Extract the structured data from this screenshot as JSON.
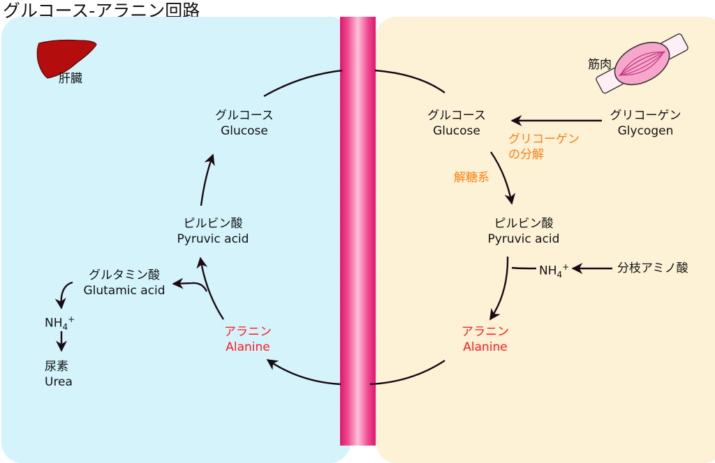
{
  "title": "グルコース-アラニン回路",
  "liver": {
    "label": "肝臓",
    "glucose": {
      "jp": "グルコース",
      "en": "Glucose"
    },
    "pyruvate": {
      "jp": "ピルビン酸",
      "en": "Pyruvic acid"
    },
    "glutamate": {
      "jp": "グルタミン酸",
      "en": "Glutamic acid"
    },
    "nh4": {
      "base": "NH",
      "sub": "4",
      "sup": "+"
    },
    "urea": {
      "jp": "尿素",
      "en": "Urea"
    },
    "alanine": {
      "jp": "アラニン",
      "en": "Alanine"
    }
  },
  "muscle": {
    "label": "筋肉",
    "glucose": {
      "jp": "グルコース",
      "en": "Glucose"
    },
    "glycogen": {
      "jp": "グリコーゲン",
      "en": "Glycogen"
    },
    "glycogenolysis": {
      "line1": "グリコーゲン",
      "line2": "の分解"
    },
    "glycolysis": "解糖系",
    "pyruvate": {
      "jp": "ピルビン酸",
      "en": "Pyruvic acid"
    },
    "nh4": {
      "base": "NH",
      "sub": "4",
      "sup": "+"
    },
    "bcaa": "分枝アミノ酸",
    "alanine": {
      "jp": "アラニン",
      "en": "Alanine"
    }
  },
  "colors": {
    "liver_bg": "#d4f3fb",
    "muscle_bg": "#fdf1d6",
    "membrane": "#e0156d",
    "orange_label": "#ff7f0f",
    "alanine_red": "#ff1a1a",
    "liver_organ": "#b30d0d",
    "muscle_organ": "#f7a6cc"
  },
  "icons": [
    "liver-icon",
    "muscle-icon"
  ]
}
